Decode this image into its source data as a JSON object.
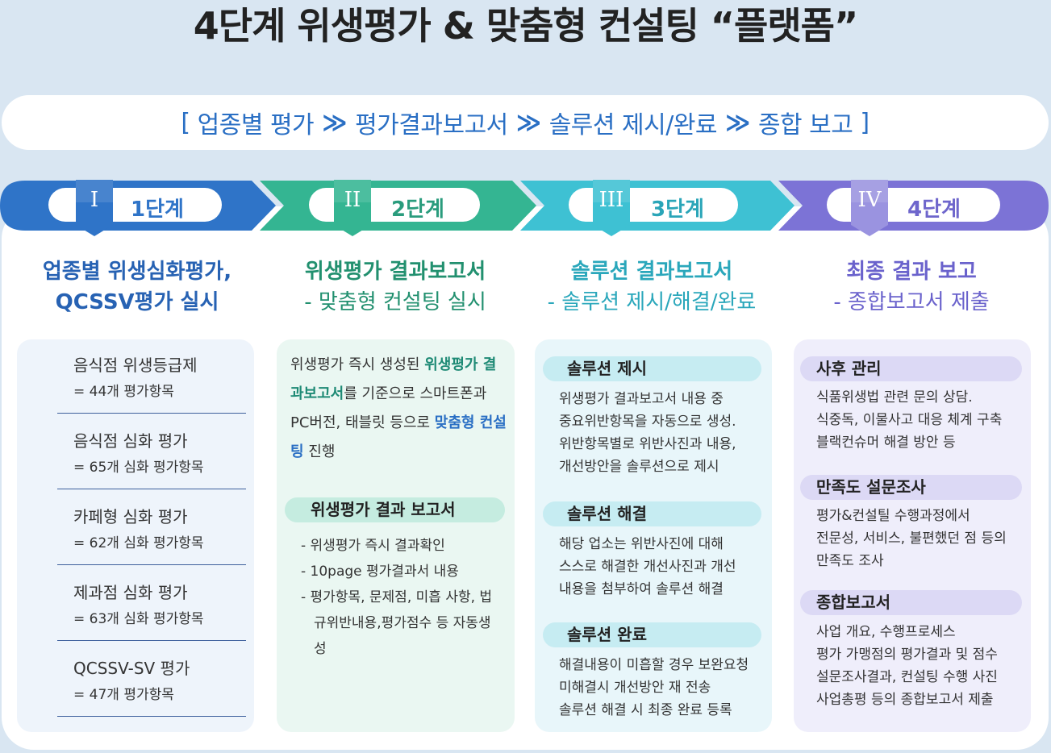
{
  "title": "4단계 위생평가 & 맞춤형 컨설팅 “플랫폼”",
  "flow": {
    "open": "[",
    "step1": "업종별 평가",
    "step2": "평가결과보고서",
    "step3": "솔루션 제시/완료",
    "step4": "종합 보고",
    "close": "]",
    "separator": "≫"
  },
  "colors": {
    "stage1": "#2f74c8",
    "stage2": "#34b592",
    "stage3": "#3ec1d3",
    "stage4": "#7c73d6"
  },
  "stages": [
    {
      "roman": "I",
      "label": "1단계",
      "heading_line1": "업종별 위생심화평가,",
      "heading_line2": "QCSSV평가 실시",
      "items": [
        {
          "name": "음식점 위생등급제",
          "detail": "= 44개 평가항목"
        },
        {
          "name": "음식점 심화 평가",
          "detail": "= 65개 심화 평가항목"
        },
        {
          "name": "카페형 심화 평가",
          "detail": "= 62개 심화 평가항목"
        },
        {
          "name": "제과점 심화 평가",
          "detail": "= 63개 심화 평가항목"
        },
        {
          "name": "QCSSV-SV 평가",
          "detail": "= 47개 평가항목"
        }
      ]
    },
    {
      "roman": "II",
      "label": "2단계",
      "heading_line1": "위생평가 결과보고서",
      "heading_line2": "- 맞춤형 컨설팅 실시",
      "intro_a": "위생평가 즉시 생성된 ",
      "intro_hl1": "위생평가 결과보고서",
      "intro_b": "를 기준으로 스마트폰과 PC버전, 태블릿 등으로 ",
      "intro_hl2": "맞춤형 컨설팅",
      "intro_c": " 진행",
      "chip": "위생평가 결과 보고서",
      "bullets": [
        "- 위생평가 즉시 결과확인",
        "- 10page 평가결과서 내용",
        "- 평가항목, 문제점, 미흡 사항, 법규위반내용,평가점수 등 자동생성"
      ]
    },
    {
      "roman": "III",
      "label": "3단계",
      "heading_line1": "솔루션 결과보고서",
      "heading_line2": "- 솔루션 제시/해결/완료",
      "blocks": [
        {
          "title": "솔루션 제시",
          "lines": [
            "위생평가 결과보고서 내용 중",
            "중요위반항목을 자동으로 생성.",
            "위반항목별로 위반사진과 내용,",
            "개선방안을 솔루션으로 제시"
          ]
        },
        {
          "title": "솔루션 해결",
          "lines": [
            "해당 업소는 위반사진에 대해",
            "스스로 해결한 개선사진과 개선",
            "내용을 첨부하여 솔루션 해결"
          ]
        },
        {
          "title": "솔루션 완료",
          "lines": [
            "해결내용이 미흡할 경우 보완요청",
            "미해결시 개선방안 재 전송",
            "솔루션 해결 시 최종 완료 등록"
          ]
        }
      ]
    },
    {
      "roman": "IV",
      "label": "4단계",
      "heading_line1": "최종 결과 보고",
      "heading_line2": "- 종합보고서 제출",
      "blocks": [
        {
          "title": "사후 관리",
          "lines": [
            "식품위생법 관련 문의 상담.",
            "식중독, 이물사고 대응 체계 구축",
            "블랙컨슈머 해결 방안 등"
          ]
        },
        {
          "title": "만족도 설문조사",
          "lines": [
            "평가&컨설틸 수행과정에서",
            "전문성, 서비스, 불편했던 점 등의",
            "만족도 조사"
          ]
        },
        {
          "title": "종합보고서",
          "lines": [
            "사업 개요, 수행프로세스",
            "평가  가맹점의 평가결과 및 점수",
            "설문조사결과, 컨설팅 수행 사진",
            "사업총평 등의 종합보고서 제출"
          ]
        }
      ]
    }
  ]
}
